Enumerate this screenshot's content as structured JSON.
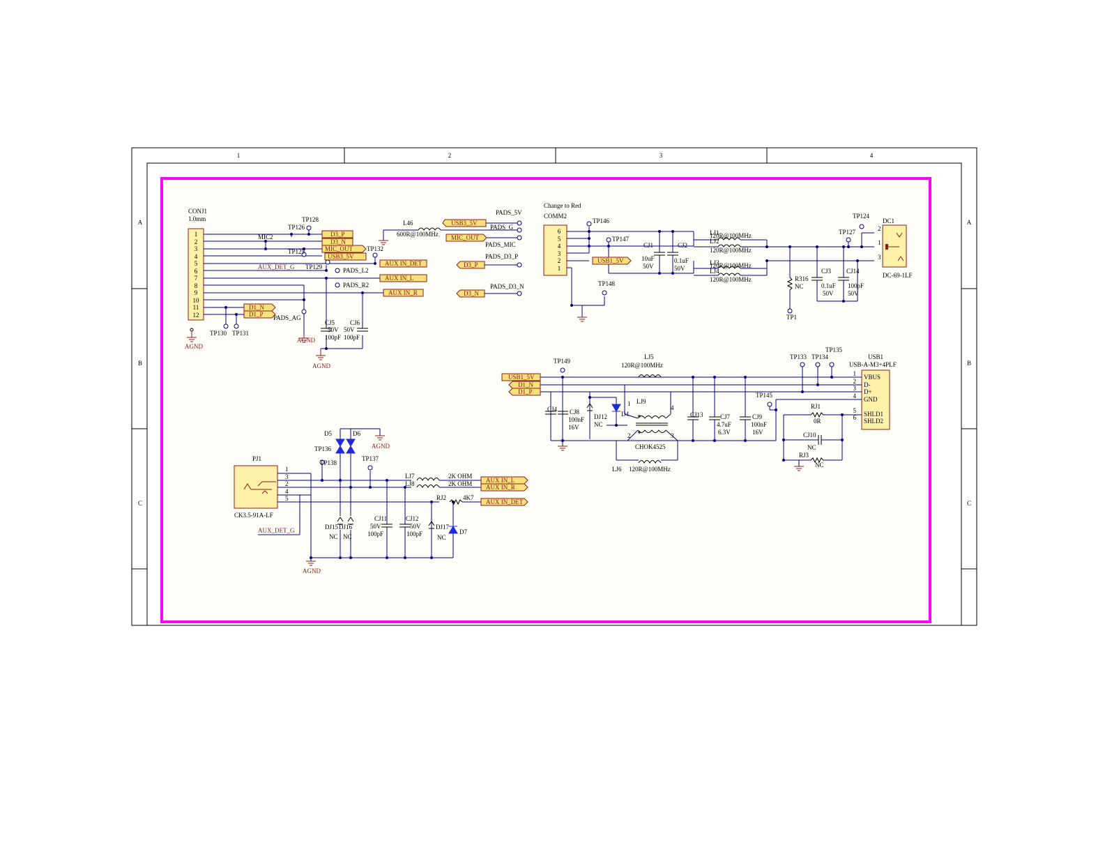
{
  "frame": {
    "columns": [
      "1",
      "2",
      "3",
      "4"
    ],
    "rows": [
      "A",
      "B",
      "C"
    ]
  },
  "conj1": {
    "ref": "CONJ1",
    "value": "1.0mm",
    "pins": [
      "1",
      "2",
      "3",
      "4",
      "5",
      "6",
      "7",
      "8",
      "9",
      "10",
      "11",
      "12"
    ],
    "gnd": "AGND"
  },
  "net_labels": {
    "mic2": "MIC2",
    "aux_det_g": "AUX_DET_G",
    "pads_l2": "PADS_L2",
    "pads_r2": "PADS_R2",
    "pads_ag": "PADS_AG",
    "pads_5v": "PADS_5V",
    "pads_g": "PADS_G",
    "pads_mic": "PADS_MIC",
    "pads_d3_p": "PADS_D3_P",
    "pads_d3_n": "PADS_D3_N",
    "aux_det_g_pj1": "AUX_DET_G",
    "agnd_1": "AGND",
    "agnd_2": "AGND",
    "agnd_3": "AGND",
    "agnd_4": "AGND"
  },
  "ports": {
    "d3_p": "D3_P",
    "d3_n": "D3_N",
    "mic_out": "MIC_OUT",
    "usb3_5v": "USB3_5V",
    "aux_in_det": "AUX IN_DET",
    "aux_in_l": "AUX IN_L",
    "aux_in_r": "AUX IN_R",
    "d1_n": "D1_N",
    "d1_p": "D1_P",
    "usb3_5v_r": "USB3_5V",
    "mic_out_r": "MIC_OUT",
    "d3_p_r": "D3_P",
    "d3_n_r": "D3_N",
    "usb1_5v_comm": "USB1_5V",
    "usb1_5v": "USB1_5V",
    "d1_n_r": "D1_N",
    "d1_p_r": "D1_P",
    "aux_in_l_r": "AUX IN_L",
    "aux_in_r_r": "AUX IN_R",
    "aux_in_det_r": "AUX IN_DET"
  },
  "testpoints": {
    "tp128": "TP128",
    "tp126": "TP126",
    "tp125": "TP125",
    "tp129": "TP129",
    "tp130": "TP130",
    "tp131": "TP131",
    "tp132": "TP132",
    "tp146": "TP146",
    "tp147": "TP147",
    "tp148": "TP148",
    "tp124": "TP124",
    "tp127": "TP127",
    "tp1": "TP1",
    "tp149": "TP149",
    "tp133": "TP133",
    "tp134": "TP134",
    "tp135": "TP135",
    "tp145": "TP145",
    "tp136": "TP136",
    "tp138": "TP138",
    "tp137": "TP137"
  },
  "components": {
    "cj5": {
      "ref": "CJ5",
      "v1": "50V",
      "v2": "100pF"
    },
    "cj6": {
      "ref": "CJ6",
      "v1": "50V",
      "v2": "100pF"
    },
    "l46": {
      "ref": "L46",
      "value": "600R@100MHz"
    },
    "comm2": {
      "ref": "COMM2",
      "note": "Change to Red",
      "pins": [
        "6",
        "5",
        "4",
        "3",
        "2",
        "1"
      ]
    },
    "cj1": {
      "ref": "CJ1",
      "v1": "10uF",
      "v2": "50V"
    },
    "cj2": {
      "ref": "CJ2",
      "v1": "0.1uF",
      "v2": "50V"
    },
    "lj1": {
      "ref": "LJ1",
      "value": "120R@100MHz"
    },
    "lj2": {
      "ref": "LJ2",
      "value": "120R@100MHz"
    },
    "lj3": {
      "ref": "LJ3",
      "value": "120R@100MHz"
    },
    "lj4": {
      "ref": "LJ4",
      "value": "120R@100MHz"
    },
    "r316": {
      "ref": "R316",
      "value": "NC"
    },
    "cj3": {
      "ref": "CJ3",
      "v1": "0.1uF",
      "v2": "50V"
    },
    "cj14": {
      "ref": "CJ14",
      "v1": "100pF",
      "v2": "50V"
    },
    "dc1": {
      "ref": "DC1",
      "part": "DC-69-1LF",
      "pins": [
        "2",
        "1",
        "3"
      ]
    },
    "lj5": {
      "ref": "LJ5",
      "value": "120R@100MHz"
    },
    "lj6": {
      "ref": "LJ6",
      "value": "120R@100MHz"
    },
    "lj9": {
      "ref": "LJ9",
      "part": "CHOK4525",
      "pins": [
        "1",
        "4",
        "2",
        "3"
      ]
    },
    "cj4": {
      "ref": "CJ4"
    },
    "cj8": {
      "ref": "CJ8",
      "v1": "100nF",
      "v2": "16V"
    },
    "dj12": {
      "ref": "DJ12",
      "value": "NC"
    },
    "d4": {
      "ref": "D4"
    },
    "cj13": {
      "ref": "CJ13"
    },
    "cj7": {
      "ref": "CJ7",
      "v1": "4.7uF",
      "v2": "6.3V"
    },
    "cj9": {
      "ref": "CJ9",
      "v1": "100nF",
      "v2": "16V"
    },
    "rj1": {
      "ref": "RJ1",
      "value": "0R"
    },
    "cj10": {
      "ref": "CJ10",
      "value": "NC"
    },
    "rj3": {
      "ref": "RJ3",
      "value": "NC"
    },
    "usb1": {
      "ref": "USB1",
      "part": "USB-A-M3+4PLF",
      "pins": [
        "1",
        "2",
        "3",
        "4",
        "5",
        "6"
      ],
      "pin_names": [
        "VBUS",
        "D-",
        "D+",
        "GND",
        "SHLD1",
        "SHLD2"
      ]
    },
    "pj1": {
      "ref": "PJ1",
      "part": "CK3.5-91A-LF",
      "pins": [
        "1",
        "3",
        "2",
        "4",
        "5"
      ]
    },
    "d5": {
      "ref": "D5"
    },
    "d6": {
      "ref": "D6"
    },
    "lj7": {
      "ref": "LJ7",
      "value": "2K OHM"
    },
    "lj8": {
      "ref": "LJ8",
      "value": "2K OHM"
    },
    "rj2": {
      "ref": "RJ2",
      "value": "4K7"
    },
    "dj15": {
      "ref": "DJ15",
      "value": "NC"
    },
    "dj16": {
      "ref": "DJ16",
      "value": "NC"
    },
    "cj11": {
      "ref": "CJ11",
      "v1": "50V",
      "v2": "100pF"
    },
    "cj12": {
      "ref": "CJ12",
      "v1": "50V",
      "v2": "100pF"
    },
    "dj17": {
      "ref": "DJ17",
      "value": "NC"
    },
    "d7": {
      "ref": "D7"
    }
  }
}
